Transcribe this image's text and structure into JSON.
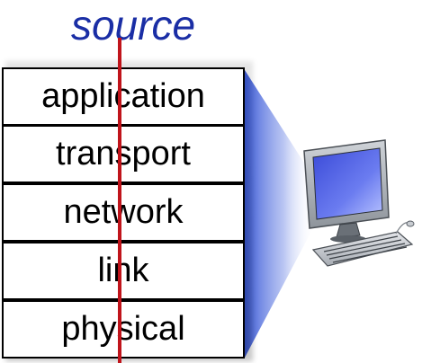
{
  "diagram": {
    "title": "source",
    "layers": [
      {
        "label": "application"
      },
      {
        "label": "transport"
      },
      {
        "label": "network"
      },
      {
        "label": "link"
      },
      {
        "label": "physical"
      }
    ],
    "icons": {
      "host": "desktop-computer-icon"
    },
    "colors": {
      "title": "#1a2ea5",
      "path_line": "#c0141b",
      "beam": "#3a5bd8",
      "box_border": "#000000"
    }
  }
}
